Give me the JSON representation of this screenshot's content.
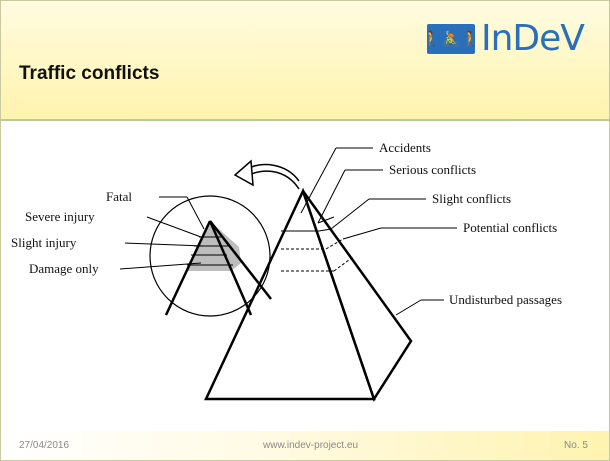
{
  "slide": {
    "title": "Traffic conflicts",
    "logo": {
      "text": "InDeV",
      "icon_names": [
        "pedestrian-icon",
        "cyclist-icon",
        "walking-icon"
      ]
    }
  },
  "diagram": {
    "small_pyramid_labels": {
      "fatal": "Fatal",
      "severe_injury": "Severe injury",
      "slight_injury": "Slight injury",
      "damage_only": "Damage only"
    },
    "large_pyramid_labels": {
      "accidents": "Accidents",
      "serious_conflicts": "Serious conflicts",
      "slight_conflicts": "Slight conflicts",
      "potential_conflicts": "Potential conflicts",
      "undisturbed_passages": "Undisturbed passages"
    }
  },
  "footer": {
    "date": "27/04/2016",
    "url": "www.indev-project.eu",
    "page_number": "No. 5"
  },
  "colors": {
    "header_bg": "#fff7c4",
    "logo_blue": "#2a6fba",
    "logo_yellow": "#ffc21a",
    "shade": "#bdbdbd"
  }
}
